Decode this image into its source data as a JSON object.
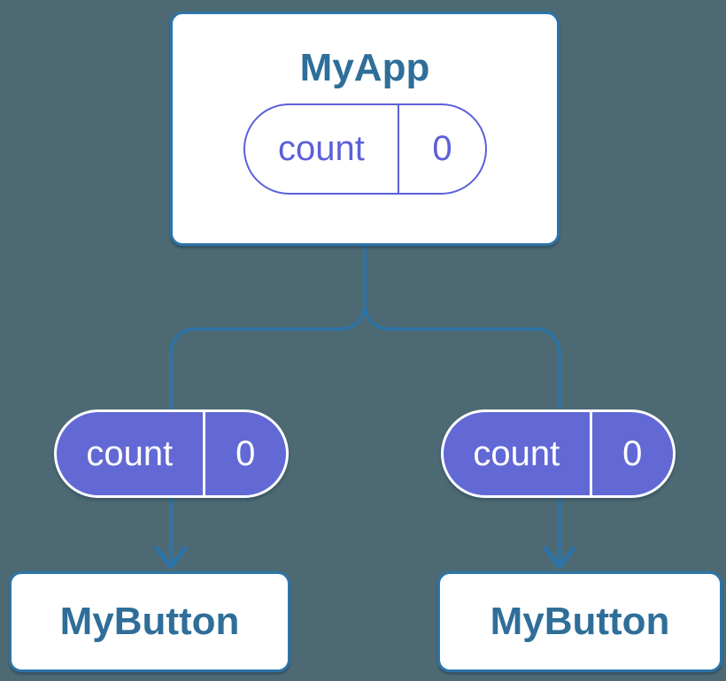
{
  "diagram": {
    "type": "component-state-tree",
    "root": {
      "title": "MyApp",
      "state": {
        "name": "count",
        "value": "0"
      }
    },
    "children": [
      {
        "title": "MyButton",
        "state": {
          "name": "count",
          "value": "0"
        }
      },
      {
        "title": "MyButton",
        "state": {
          "name": "count",
          "value": "0"
        }
      }
    ],
    "colors": {
      "background": "#4d6a74",
      "connector": "#2c74a8",
      "component_title": "#2f6e99",
      "state_pill_fill": "#6269d5",
      "state_pill_outline": "#5c60d9",
      "card_background": "#ffffff"
    }
  }
}
